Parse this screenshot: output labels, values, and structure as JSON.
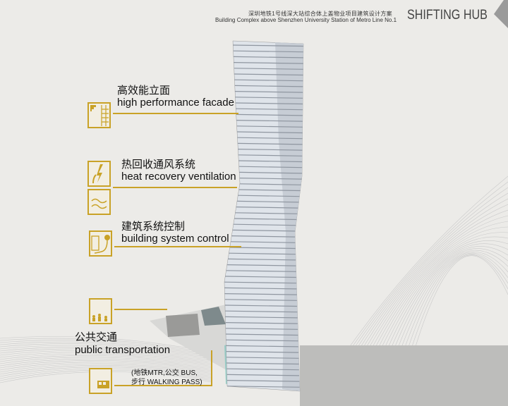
{
  "header": {
    "title_cn": "深圳地铁1号线深大站综合体上盖物业项目建筑设计方案",
    "title_en": "Building Complex above Shenzhen University Station of Metro Line No.1",
    "brand": "SHIFTING HUB"
  },
  "features": [
    {
      "cn": "高效能立面",
      "en": "high performance facade",
      "icon": "facade-icon"
    },
    {
      "cn": "热回收通风系统",
      "en": "heat recovery ventilation",
      "icon": "energy-icon"
    },
    {
      "cn": "建筑系统控制",
      "en": "building system control",
      "icon": "plug-control-icon"
    },
    {
      "cn": "公共交通",
      "en": "public transportation",
      "icon": "people-icon"
    }
  ],
  "transport_note": {
    "line1": "(地铁MTR,公交 BUS,",
    "line2": "步行 WALKING PASS)"
  },
  "colors": {
    "accent": "#c9a227",
    "background": "#ecebe8"
  }
}
